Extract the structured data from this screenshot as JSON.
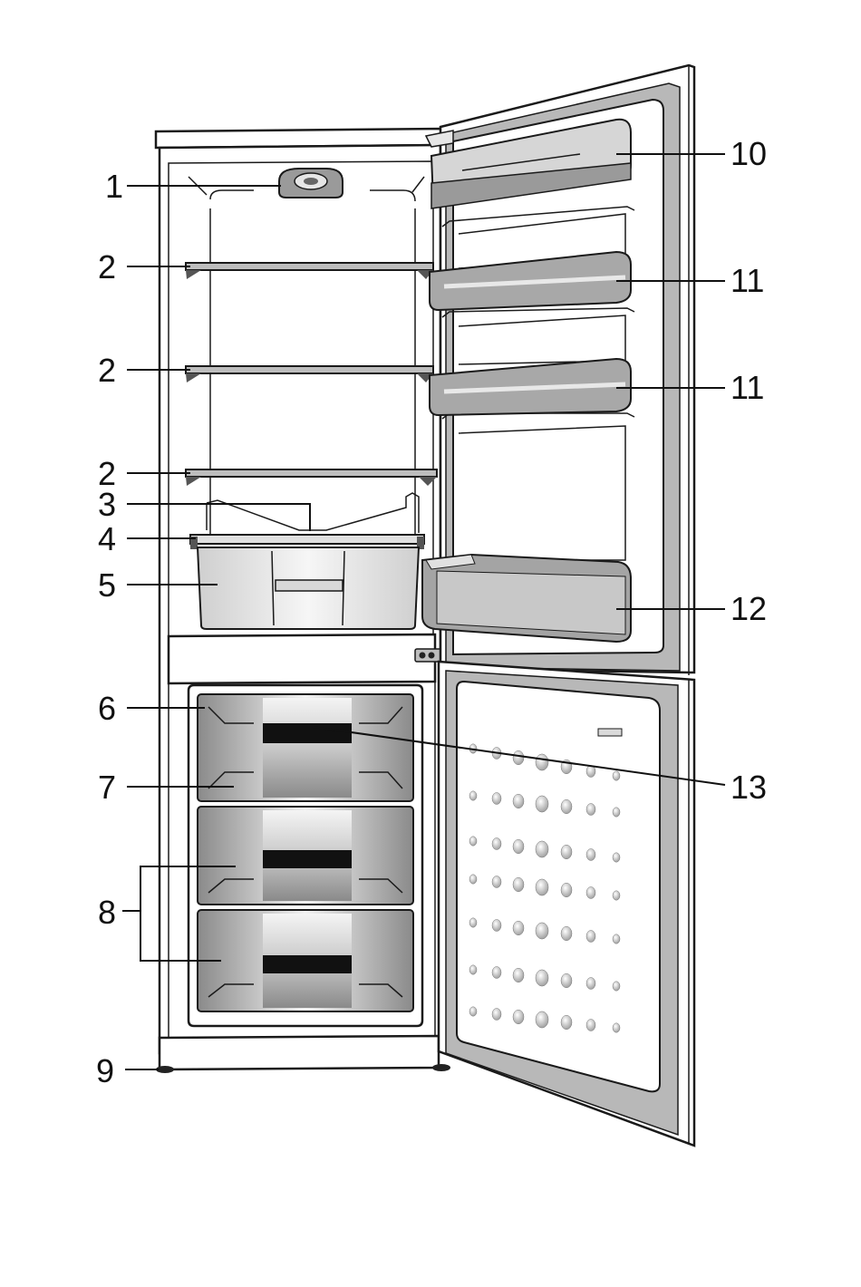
{
  "callouts": {
    "c1": "1",
    "c2a": "2",
    "c2b": "2",
    "c2c": "2",
    "c3": "3",
    "c4": "4",
    "c5": "5",
    "c6": "6",
    "c7": "7",
    "c8": "8",
    "c9": "9",
    "c10": "10",
    "c11a": "11",
    "c11b": "11",
    "c12": "12",
    "c13": "13"
  }
}
